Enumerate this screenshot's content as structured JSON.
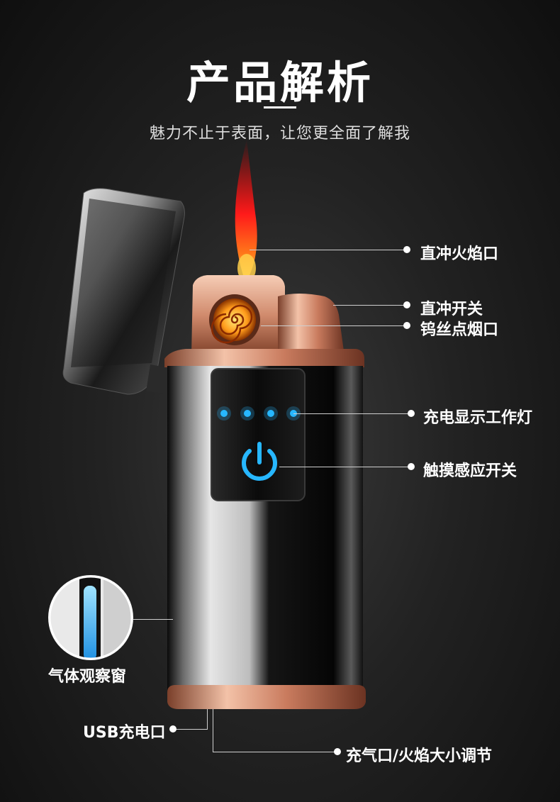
{
  "header": {
    "title": "产品解析",
    "subtitle": "魅力不止于表面，让您更全面了解我"
  },
  "callouts": {
    "flame_outlet": "直冲火焰口",
    "jet_switch": "直冲开关",
    "tungsten_ignition": "钨丝点烟口",
    "charge_indicator": "充电显示工作灯",
    "touch_switch": "触摸感应开关",
    "gas_window": "气体观察窗",
    "usb_port": "USB充电口",
    "refill_port": "充气口/火焰大小调节"
  },
  "colors": {
    "background": "#1c1c1c",
    "rose_gold": "#d9957a",
    "led_blue": "#27b7ff",
    "flame_red": "#ff1a1a"
  },
  "icons": {
    "power": "power-icon",
    "coil": "coil-icon"
  }
}
